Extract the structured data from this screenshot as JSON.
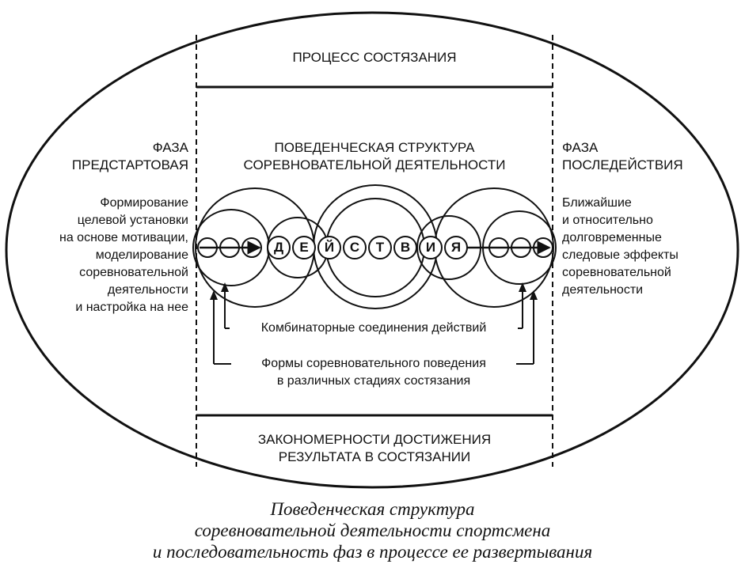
{
  "header_label": "ПРОЦЕСС СОСТЯЗАНИЯ",
  "center_title": [
    "ПОВЕДЕНЧЕСКАЯ СТРУКТУРА",
    "СОРЕВНОВАТЕЛЬНОЙ ДЕЯТЕЛЬНОСТИ"
  ],
  "left_phase": {
    "title": [
      "ФАЗА",
      "ПРЕДСТАРТОВАЯ"
    ],
    "text": [
      "Формирование",
      "целевой установки",
      "на основе мотивации,",
      "моделирование",
      "соревновательной",
      "деятельности",
      "и настройка на нее"
    ]
  },
  "right_phase": {
    "title": [
      "ФАЗА",
      "ПОСЛЕДЕЙСТВИЯ"
    ],
    "text": [
      "Ближайшие",
      "и относительно",
      "долговременные",
      "следовые эффекты",
      "соревновательной",
      "деятельности"
    ]
  },
  "action_letters": [
    "Д",
    "Е",
    "Й",
    "С",
    "Т",
    "В",
    "И",
    "Я"
  ],
  "label_combinatory": "Комбинаторные соединения действий",
  "label_forms": [
    "Формы соревновательного поведения",
    "в различных стадиях состязания"
  ],
  "footer_label": [
    "ЗАКОНОМЕРНОСТИ ДОСТИЖЕНИЯ",
    "РЕЗУЛЬТАТА В СОСТЯЗАНИИ"
  ],
  "caption": [
    "Поведенческая структура",
    "соревновательной деятельности спортсмена",
    "и последовательность фаз в процессе ее развертывания"
  ]
}
